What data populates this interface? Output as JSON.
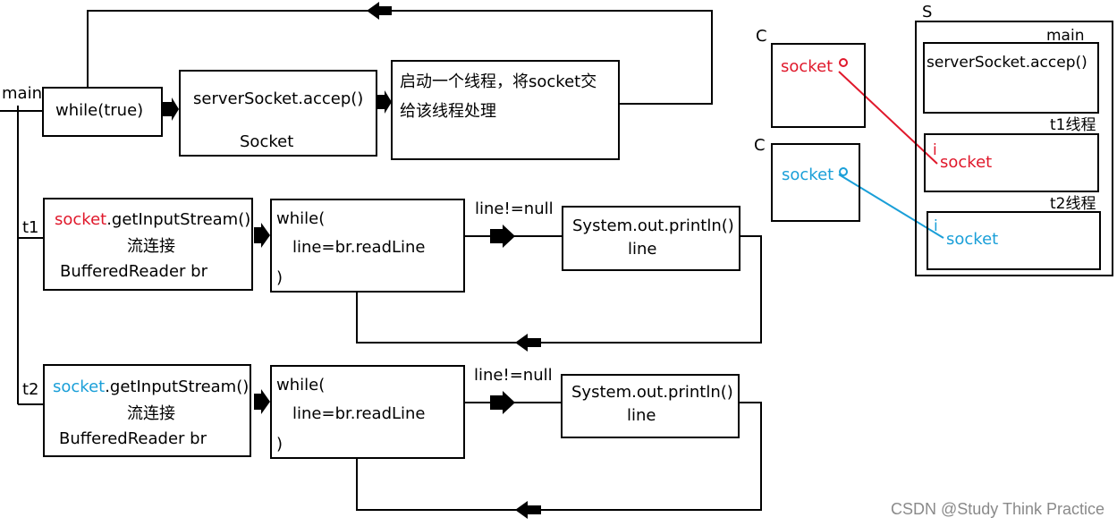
{
  "main_flow": {
    "main_label": "main",
    "while_true": "while(true)",
    "accept_line": "serverSocket.accep()",
    "accept_result": "Socket",
    "start_thread_line1": "启动一个线程，将socket交",
    "start_thread_line2": "给该线程处理"
  },
  "thread1": {
    "label": "t1",
    "socket_word": "socket",
    "get_stream": ".getInputStream()",
    "stream_conn": "流连接",
    "reader": "BufferedReader br",
    "while_open": "while(",
    "read_line": "line=br.readLine",
    "while_close": ")",
    "condition": "line!=null",
    "println": "System.out.println()",
    "line": "line"
  },
  "thread2": {
    "label": "t2",
    "socket_word": "socket",
    "get_stream": ".getInputStream()",
    "stream_conn": "流连接",
    "reader": "BufferedReader br",
    "while_open": "while(",
    "read_line": "line=br.readLine",
    "while_close": ")",
    "condition": "line!=null",
    "println": "System.out.println()",
    "line": "line"
  },
  "client1": {
    "label": "C",
    "socket": "socket"
  },
  "client2": {
    "label": "C",
    "socket": "socket"
  },
  "server": {
    "label": "S",
    "main_label": "main",
    "accept": "serverSocket.accep()",
    "t1_label": "t1线程",
    "t1_socket": "socket",
    "t1_marker": "i",
    "t2_label": "t2线程",
    "t2_socket": "socket",
    "t2_marker": "i"
  },
  "watermark": "CSDN @Study Think Practice",
  "colors": {
    "red": "#e0182b",
    "blue": "#1a9fd8"
  }
}
